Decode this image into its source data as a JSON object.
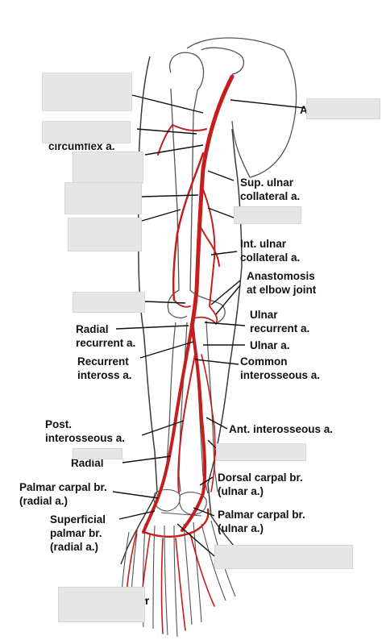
{
  "colors": {
    "artery": "#c41e1e",
    "bone_outline": "#555555",
    "skin_outline": "#3a3a3a",
    "leader": "#111111",
    "mask": "#e6e6e6"
  },
  "labels": {
    "sup_ulnar": [
      "Sup. ulnar",
      "collateral a."
    ],
    "int_ulnar": [
      "Int. ulnar",
      "collateral a."
    ],
    "anastomosis": [
      "Anastomosis",
      "at elbow joint"
    ],
    "radial_recurrent": [
      "Radial",
      "recurrent a."
    ],
    "ulnar_recurrent": [
      "Ulnar",
      "recurrent a."
    ],
    "ulnar": "Ulnar a.",
    "recurrent_inteross": [
      "Recurrent",
      "inteross a."
    ],
    "common_interosseous": [
      "Common",
      "interosseous a."
    ],
    "post_interosseous": [
      "Post.",
      "interosseous a."
    ],
    "ant_interosseous": "Ant. interosseous a.",
    "palmar_carpal_radial": [
      "Palmar carpal br.",
      "(radial a.)"
    ],
    "dorsal_carpal_ulnar": [
      "Dorsal carpal br.",
      "(ulnar a.)"
    ],
    "superficial_palmar": [
      "Superficial",
      "palmar br.",
      "(radial a.)"
    ],
    "palmar_carpal_ulnar": [
      "Palmar carpal br.",
      "(ulnar a.)"
    ]
  },
  "partial_labels": {
    "circumflex": "circumflex a.",
    "radial_top": "Radial",
    "arch_end": "r",
    "axillary_start": "A"
  },
  "hidden_label_boxes": 12
}
